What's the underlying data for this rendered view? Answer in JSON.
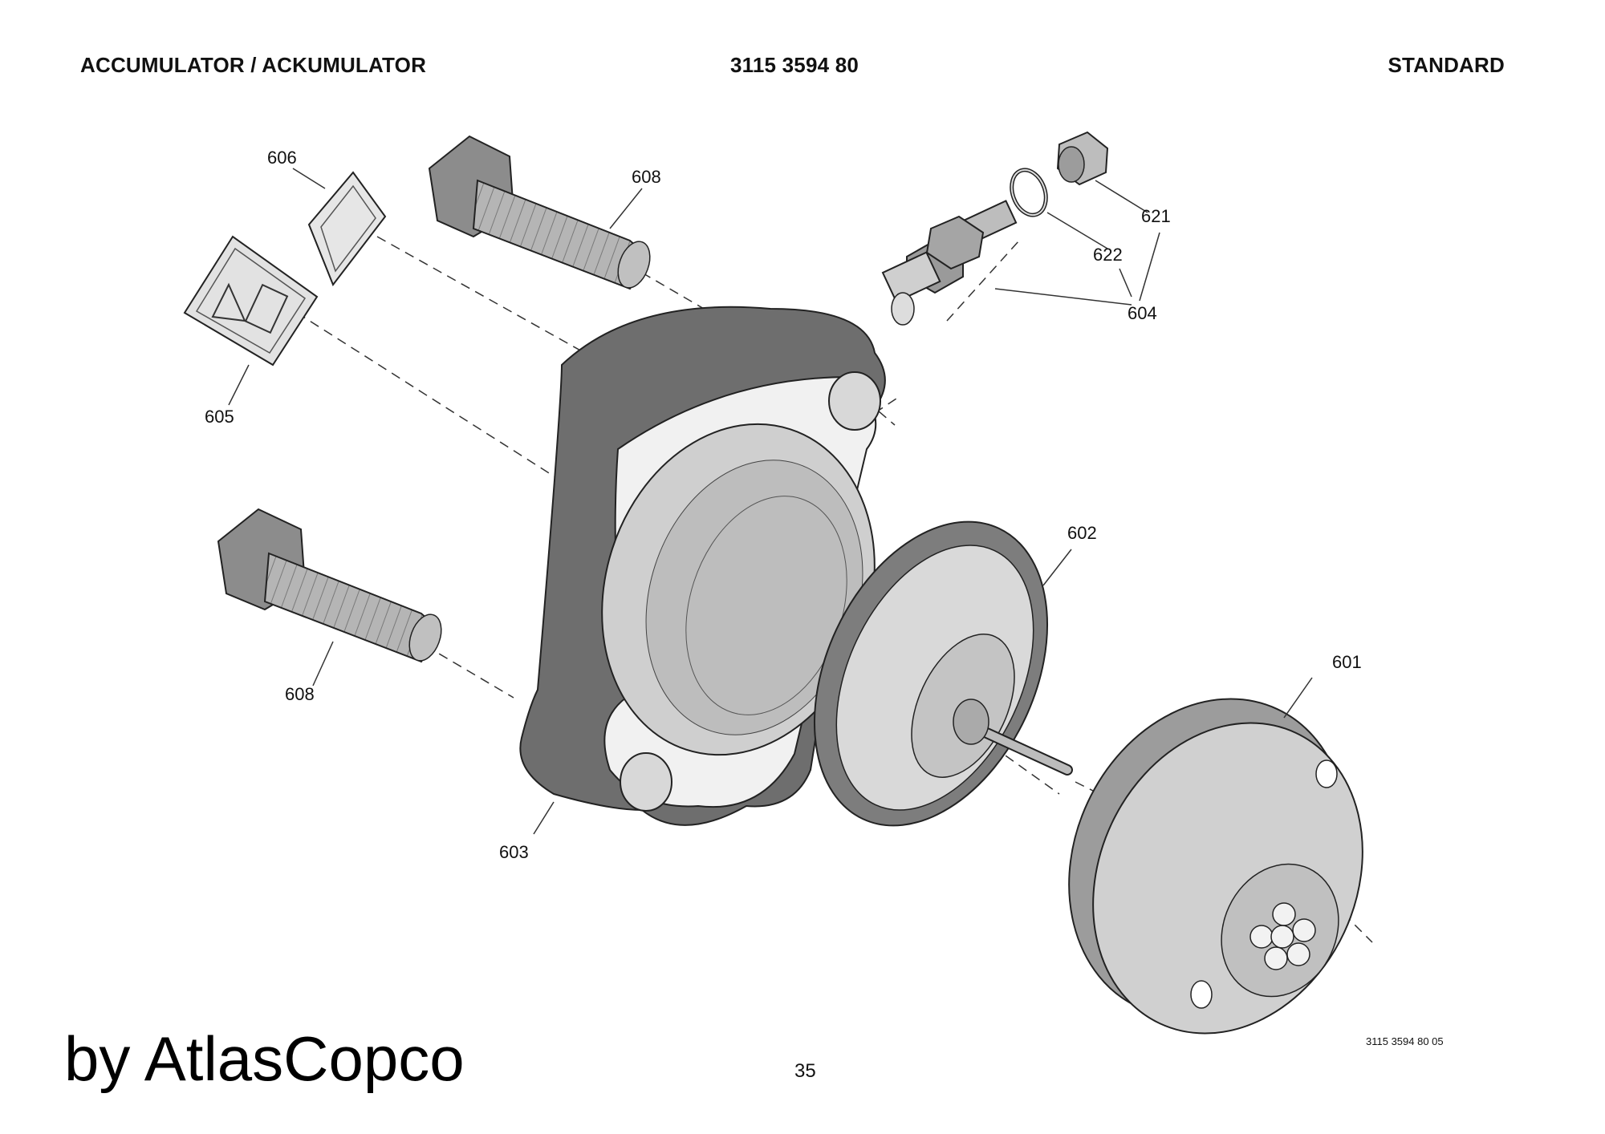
{
  "header": {
    "title": "ACCUMULATOR / ACKUMULATOR",
    "part_number": "3115 3594 80",
    "variant": "STANDARD"
  },
  "callouts": {
    "c601": "601",
    "c602": "602",
    "c603": "603",
    "c604": "604",
    "c605": "605",
    "c606": "606",
    "c608a": "608",
    "c608b": "608",
    "c621": "621",
    "c622": "622"
  },
  "footer": {
    "brand": "by AtlasCopco",
    "page_number": "35",
    "drawing_ref": "3115 3594 80 05"
  },
  "colors": {
    "body_dark": "#6e6e6e",
    "part_light": "#c8c8c8",
    "part_mid": "#a9a9a9",
    "line": "#222222"
  }
}
